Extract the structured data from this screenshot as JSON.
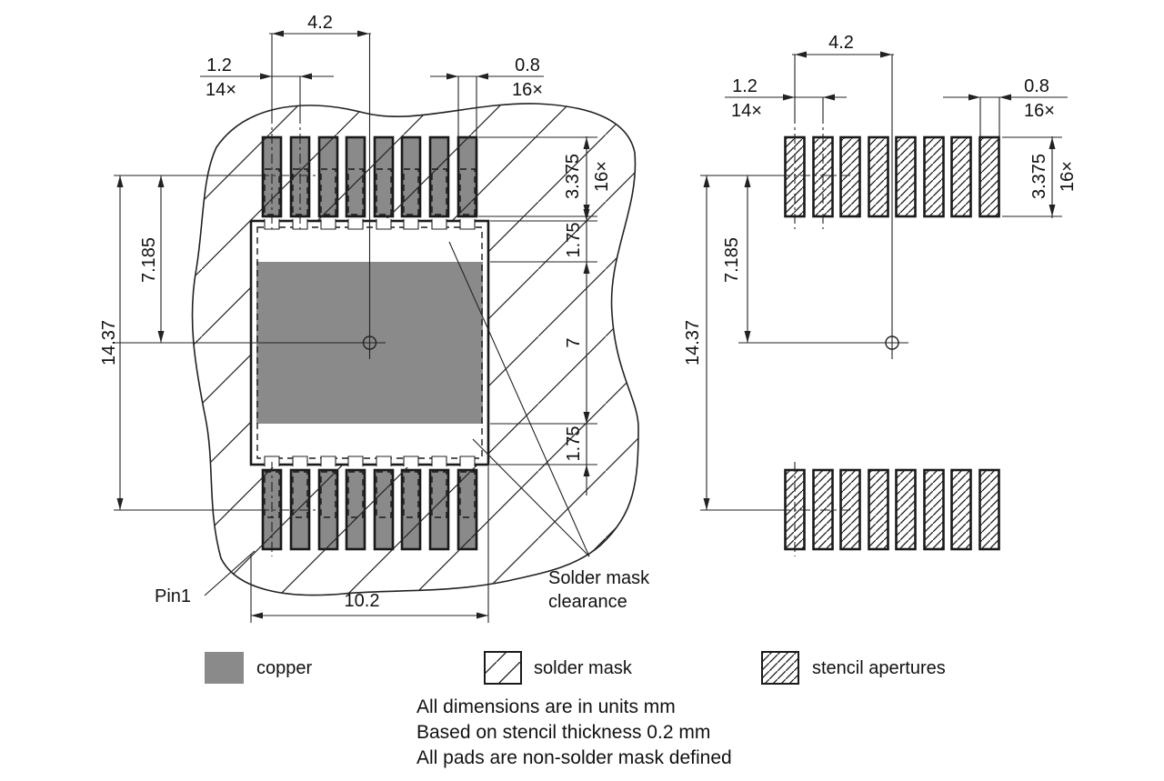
{
  "left_view": {
    "dim_top_span": "4.2",
    "dim_pitch_value": "1.2",
    "dim_pitch_count": "14×",
    "dim_pad_width_value": "0.8",
    "dim_pad_width_count": "16×",
    "dim_pad_length_value": "3.375",
    "dim_pad_length_count": "16×",
    "dim_mask_band_top": "1.75",
    "dim_center_pad": "7",
    "dim_mask_band_bottom": "1.75",
    "dim_row_center_offset": "7.185",
    "dim_row_span": "14.37",
    "dim_pad_row_width": "10.2",
    "pin1_label": "Pin1",
    "callout_line1": "Solder mask",
    "callout_line2": "clearance"
  },
  "right_view": {
    "dim_top_span": "4.2",
    "dim_pitch_value": "1.2",
    "dim_pitch_count": "14×",
    "dim_aperture_width_value": "0.8",
    "dim_aperture_width_count": "16×",
    "dim_aperture_length_value": "3.375",
    "dim_aperture_length_count": "16×",
    "dim_row_center_offset": "7.185",
    "dim_row_span": "14.37"
  },
  "legend": {
    "copper_label": "copper",
    "solder_mask_label": "solder mask",
    "stencil_apertures_label": "stencil apertures"
  },
  "notes": [
    "All dimensions are in units mm",
    "Based on stencil thickness 0.2 mm",
    "All pads are non-solder mask defined"
  ],
  "colors": {
    "copper_fill": "#8a8a8a",
    "line": "#1a1a1a",
    "background": "#ffffff"
  }
}
